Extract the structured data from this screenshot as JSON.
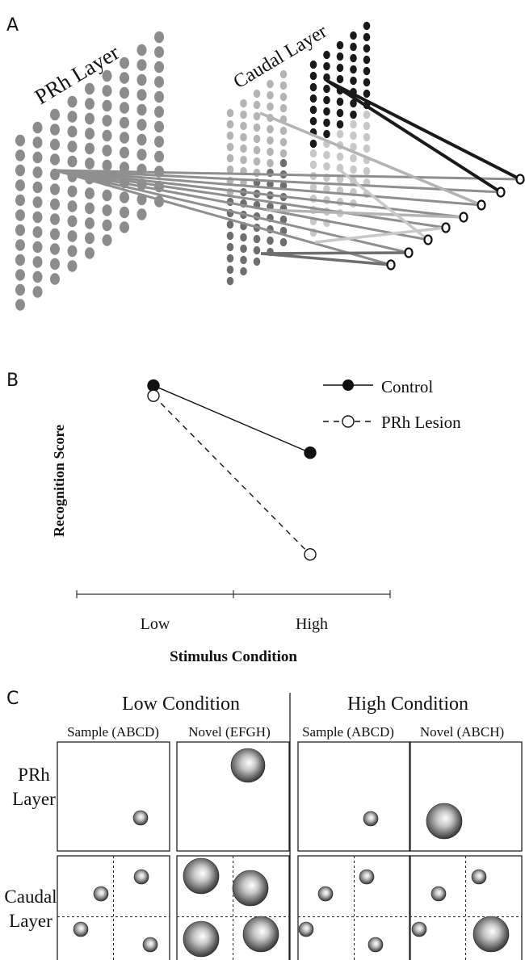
{
  "panel_a": {
    "letter": "A",
    "prh_layer_label": "PRh Layer",
    "caudal_layer_label": "Caudal Layer"
  },
  "panel_b": {
    "letter": "B",
    "ylabel": "Recognition Score",
    "xlabel": "Stimulus Condition",
    "legend_control": "Control",
    "legend_lesion": "PRh Lesion",
    "chart_data": {
      "type": "line",
      "categories": [
        "Low",
        "High"
      ],
      "series": [
        {
          "name": "Control",
          "values": [
            0.97,
            0.64
          ],
          "color": "#111111",
          "marker": "filled",
          "line": "solid"
        },
        {
          "name": "PRh Lesion",
          "values": [
            0.92,
            0.14
          ],
          "color": "#111111",
          "marker": "open",
          "line": "dashed"
        }
      ],
      "ylim": [
        0,
        1
      ],
      "grid": false,
      "legend_position": "top-right"
    }
  },
  "panel_c": {
    "letter": "C",
    "low_condition": "Low Condition",
    "high_condition": "High Condition",
    "low_sample": "Sample (ABCD)",
    "low_novel": "Novel (EFGH)",
    "high_sample": "Sample (ABCD)",
    "high_novel": "Novel (ABCH)",
    "prh_row": [
      "PRh",
      "Layer"
    ],
    "caudal_row": [
      "Caudal",
      "Layer"
    ]
  }
}
